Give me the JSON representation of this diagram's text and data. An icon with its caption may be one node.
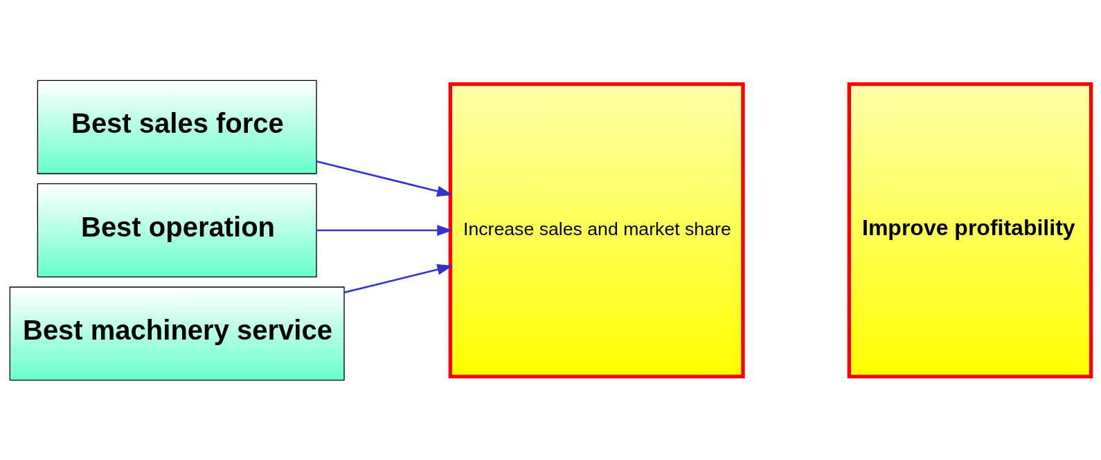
{
  "diagram": {
    "nodes": [
      {
        "text": [
          "Best sales force"
        ]
      },
      {
        "text": [
          "Best operation"
        ]
      },
      {
        "text": [
          "Best machinery service"
        ]
      },
      {
        "text": [
          "Increase sales and market share"
        ]
      },
      {
        "text": [
          "Improve profitability"
        ]
      }
    ],
    "edges": [
      {
        "from": 0,
        "to": 3,
        "arrow": "to"
      },
      {
        "from": 1,
        "to": 3,
        "arrow": "to"
      },
      {
        "from": 2,
        "to": 3,
        "arrow": "to"
      }
    ]
  }
}
